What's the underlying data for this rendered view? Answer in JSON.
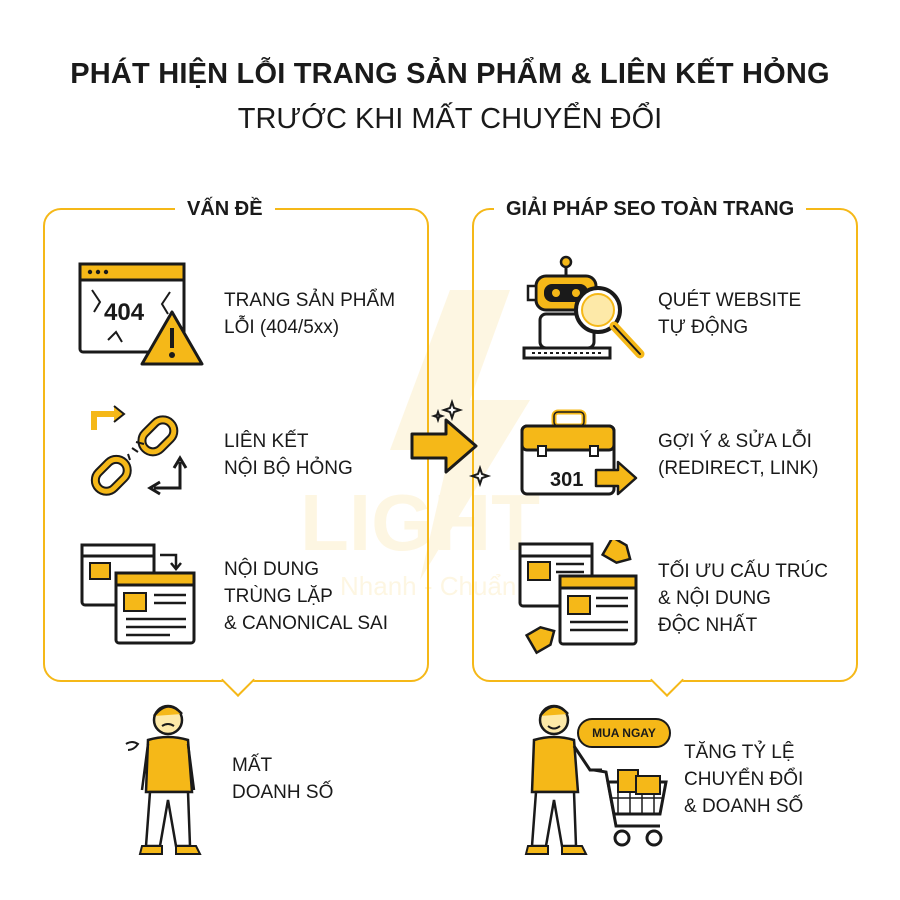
{
  "title": {
    "line1": "PHÁT HIỆN LỖI TRANG SẢN PHẨM & LIÊN KẾT HỎNG",
    "line2": "TRƯỚC KHI MẤT CHUYỂN ĐỔI"
  },
  "problem": {
    "heading": "VẤN ĐỀ",
    "items": [
      {
        "line1": "TRANG SẢN PHẨM",
        "line2": "LỖI (404/5xx)"
      },
      {
        "line1": "LIÊN KẾT",
        "line2": "NỘI BỘ HỎNG"
      },
      {
        "line1": "NỘI DUNG",
        "line2": "TRÙNG LẶP",
        "line3": "& CANONICAL SAI"
      }
    ],
    "outcome": {
      "line1": "MẤT",
      "line2": "DOANH SỐ"
    }
  },
  "solution": {
    "heading": "GIẢI PHÁP SEO TOÀN TRANG",
    "items": [
      {
        "line1": "QUÉT WEBSITE",
        "line2": "TỰ ĐỘNG"
      },
      {
        "line1": "GỢI Ý & SỬA LỖI",
        "line2": "(REDIRECT, LINK)"
      },
      {
        "line1": "TỐI ƯU CẤU TRÚC",
        "line2": "& NỘI DUNG",
        "line3": "ĐỘC NHẤT"
      }
    ],
    "outcome": {
      "line1": "TĂNG TỶ LỆ",
      "line2": "CHUYỂN ĐỔI",
      "line3": "& DOANH SỐ"
    },
    "buy_button": "MUA NGAY"
  },
  "icon_texts": {
    "error_code": "404",
    "redirect_code": "301"
  },
  "watermark": {
    "brand": "LIGHT",
    "tagline": "Nhanh - Chuẩn"
  },
  "colors": {
    "accent": "#f5b818",
    "ink": "#1a1a1a"
  },
  "icons": [
    "broken-page-404-icon",
    "warning-icon",
    "broken-link-icon",
    "duplicate-pages-icon",
    "sad-person-icon",
    "robot-scanner-icon",
    "magnifier-icon",
    "toolbox-301-icon",
    "optimized-pages-icon",
    "tag-icon",
    "happy-shopper-icon",
    "shopping-cart-icon",
    "arrow-right-icon",
    "sparkle-icon"
  ]
}
